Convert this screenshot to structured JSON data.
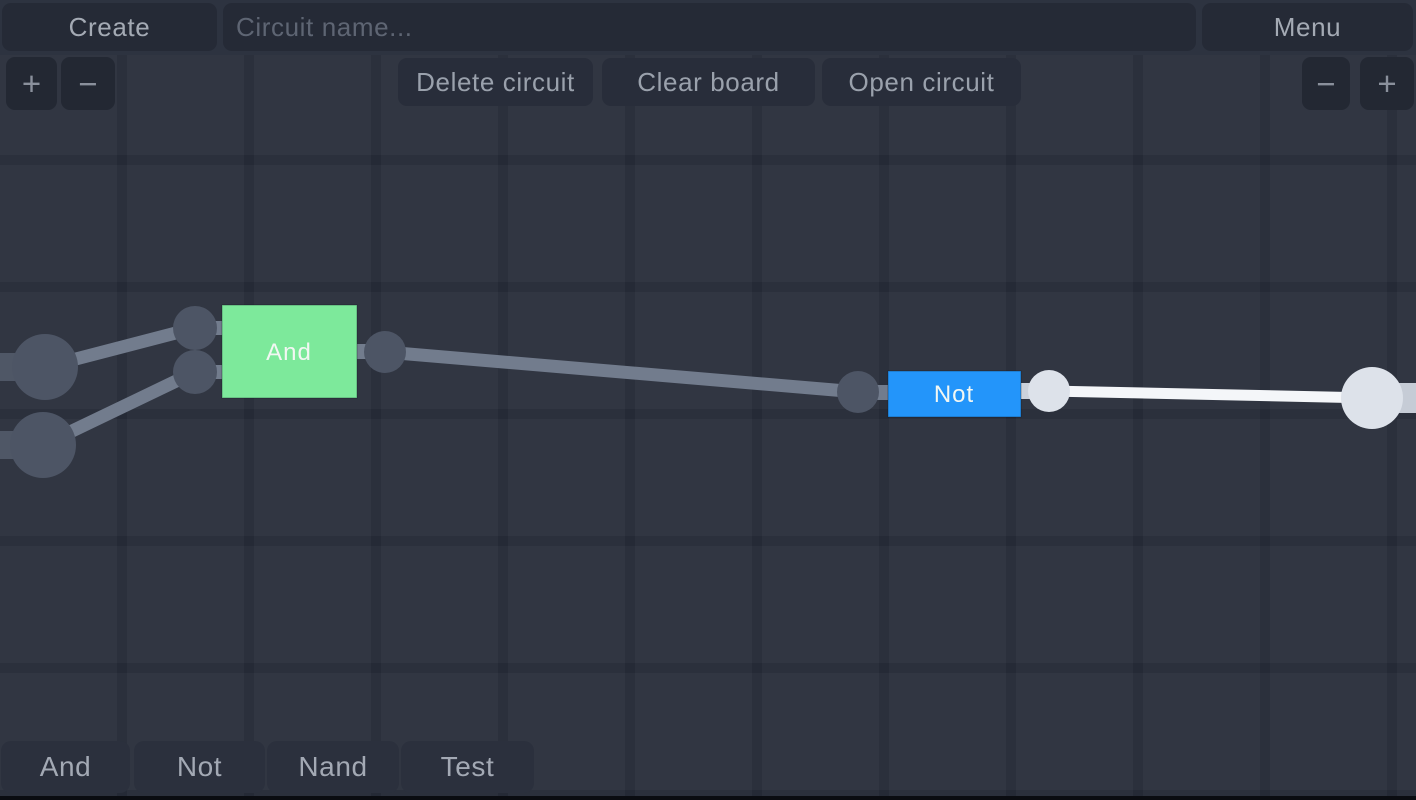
{
  "header": {
    "create_button": "Create",
    "circuit_name_placeholder": "Circuit name...",
    "menu_button": "Menu",
    "zoom_in": "+",
    "zoom_out": "−",
    "actions": {
      "delete": "Delete circuit",
      "clear": "Clear board",
      "open": "Open circuit"
    }
  },
  "palette": {
    "items": [
      {
        "label": "And"
      },
      {
        "label": "Not"
      },
      {
        "label": "Nand"
      },
      {
        "label": "Test"
      }
    ]
  },
  "circuit": {
    "gates": [
      {
        "type": "and",
        "label": "And",
        "color": "#7de99b"
      },
      {
        "type": "not",
        "label": "Not",
        "color": "#2395fa"
      }
    ],
    "colors": {
      "wire_off": "#727c8d",
      "wire_on": "#f4f6f9",
      "node_off": "#4d5565",
      "node_on": "#dde2ea",
      "stub_off": "#4f5766",
      "stub_on": "#c6ccd6"
    }
  }
}
